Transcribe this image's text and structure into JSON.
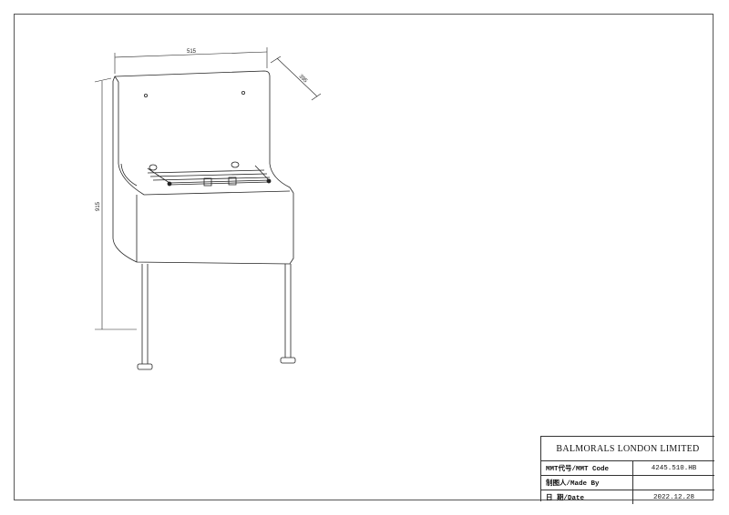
{
  "dimensions": {
    "width": "515",
    "depth": "395",
    "height": "915"
  },
  "title_block": {
    "company": "BALMORALS LONDON LIMITED",
    "rows": [
      {
        "label": "MMT代号/MMT Code",
        "value": "4245.510.HB"
      },
      {
        "label": "制图人/Made By",
        "value": ""
      },
      {
        "label": "日 期/Date",
        "value": "2022.12.28"
      }
    ]
  }
}
